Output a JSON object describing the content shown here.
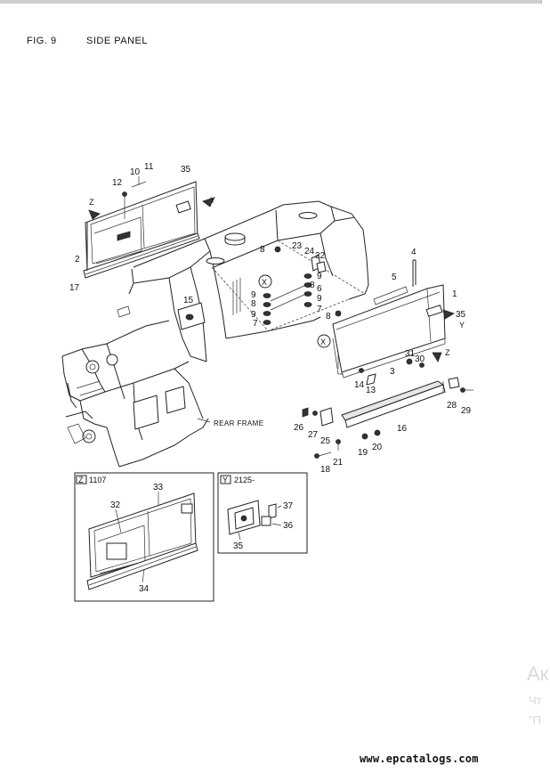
{
  "header": {
    "fig_label": "FIG. 9",
    "title": "SIDE PANEL"
  },
  "callouts": [
    "1",
    "2",
    "3",
    "4",
    "5",
    "6",
    "7",
    "8",
    "9",
    "10",
    "11",
    "12",
    "13",
    "14",
    "15",
    "16",
    "17",
    "18",
    "19",
    "20",
    "21",
    "22",
    "23",
    "24",
    "25",
    "26",
    "27",
    "28",
    "29",
    "30",
    "31",
    "32",
    "33",
    "34",
    "35",
    "36",
    "37"
  ],
  "labels": {
    "rear_frame": "REAR FRAME",
    "view_z_letter": "Z",
    "view_z_serial": "1107",
    "view_y_letter": "Y",
    "view_y_serial": "2125-",
    "arrow_z": "Z",
    "arrow_y": "Y",
    "x_mark": "X"
  },
  "watermark": {
    "line1": "Ак",
    "line2": "Чт",
    "line3": "\"П"
  },
  "footer": {
    "site": "www.epcatalogs.com"
  }
}
